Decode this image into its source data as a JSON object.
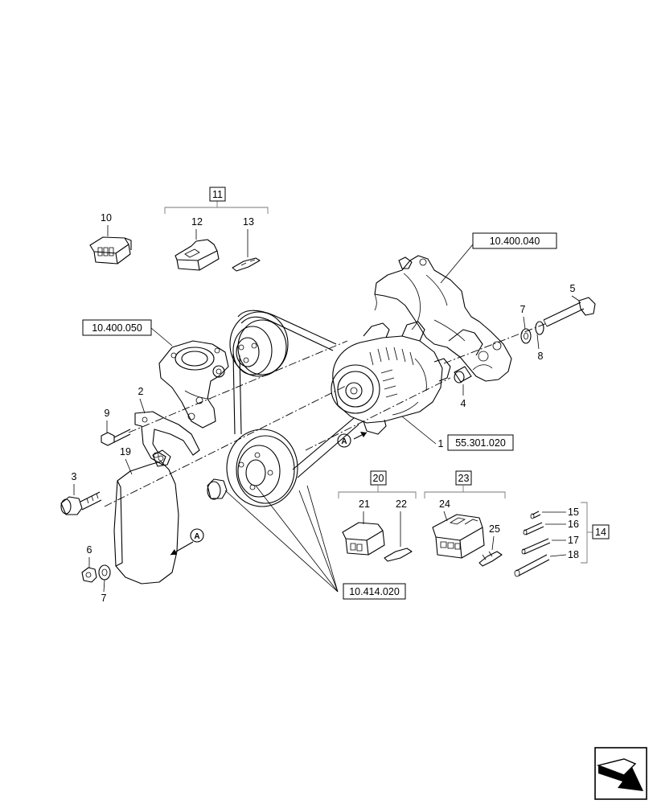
{
  "labels": {
    "p1": "1",
    "p2": "2",
    "p3": "3",
    "p4": "4",
    "p5": "5",
    "p6": "6",
    "p7a": "7",
    "p7b": "7",
    "p8": "8",
    "p9": "9",
    "p10": "10",
    "p11": "11",
    "p12": "12",
    "p13": "13",
    "p14": "14",
    "p15": "15",
    "p16": "16",
    "p17": "17",
    "p18": "18",
    "p19": "19",
    "p20": "20",
    "p21": "21",
    "p22": "22",
    "p23": "23",
    "p24": "24",
    "p25": "25"
  },
  "references": {
    "water_pump": "10.400.040",
    "thermostat_housing": "10.400.050",
    "alternator": "55.301.020",
    "pulley": "10.414.020"
  },
  "view_marker": "A"
}
